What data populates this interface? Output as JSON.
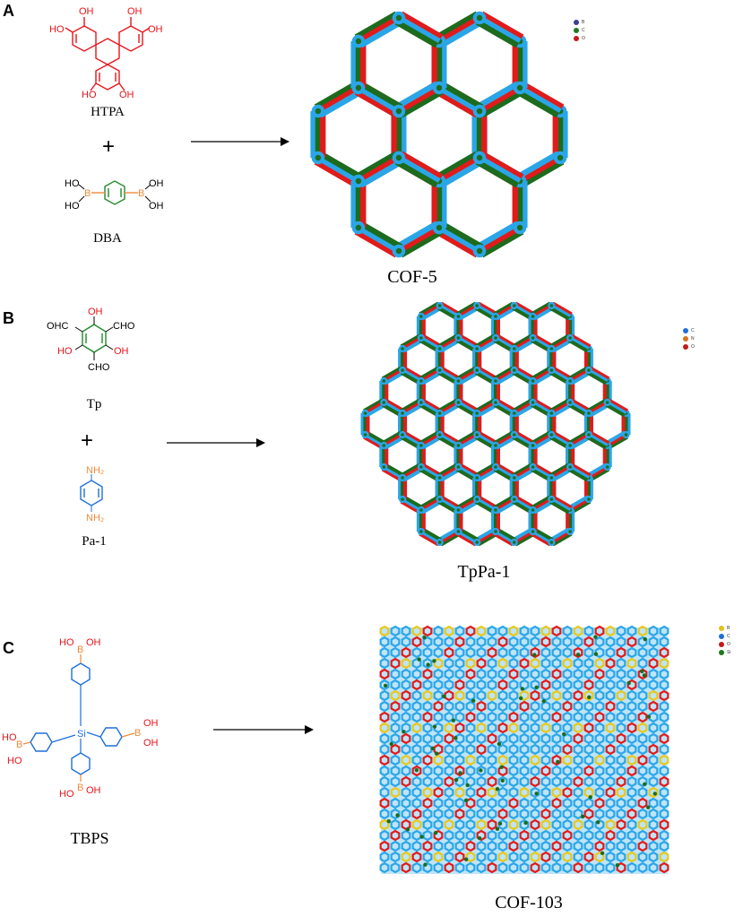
{
  "panels": [
    {
      "letter": "A",
      "reactant1": "HTPA",
      "plus": "+",
      "reactant2": "DBA",
      "product": "COF-5",
      "legend": [
        {
          "label": "B",
          "color": "#3a3f8f"
        },
        {
          "label": "C",
          "color": "#1e7a1e"
        },
        {
          "label": "O",
          "color": "#c41a1a"
        }
      ]
    },
    {
      "letter": "B",
      "reactant1": "Tp",
      "plus": "+",
      "reactant2": "Pa-1",
      "product": "TpPa-1",
      "legend": [
        {
          "label": "C",
          "color": "#1e6fd9"
        },
        {
          "label": "N",
          "color": "#d9741e"
        },
        {
          "label": "O",
          "color": "#c41a1a"
        }
      ]
    },
    {
      "letter": "C",
      "reactant1": "TBPS",
      "product": "COF-103",
      "legend": [
        {
          "label": "B",
          "color": "#e0c21a"
        },
        {
          "label": "C",
          "color": "#1e6fd9"
        },
        {
          "label": "O",
          "color": "#c41a1a"
        },
        {
          "label": "Si",
          "color": "#1e7a1e"
        }
      ]
    }
  ],
  "chem_text": {
    "ho": "HO",
    "oh": "OH",
    "ohc": "OHC",
    "cho": "CHO",
    "b": "B",
    "nh2": "NH₂",
    "si": "Si"
  },
  "colors": {
    "red": "#e8141b",
    "green": "#1f8a2a",
    "blue": "#1e6fd9",
    "orange": "#f08a3c",
    "framework_blue": "#2aa6e8",
    "framework_green": "#1d6b1d",
    "framework_red": "#e01b1b",
    "framework_yellow": "#e8c81a"
  }
}
